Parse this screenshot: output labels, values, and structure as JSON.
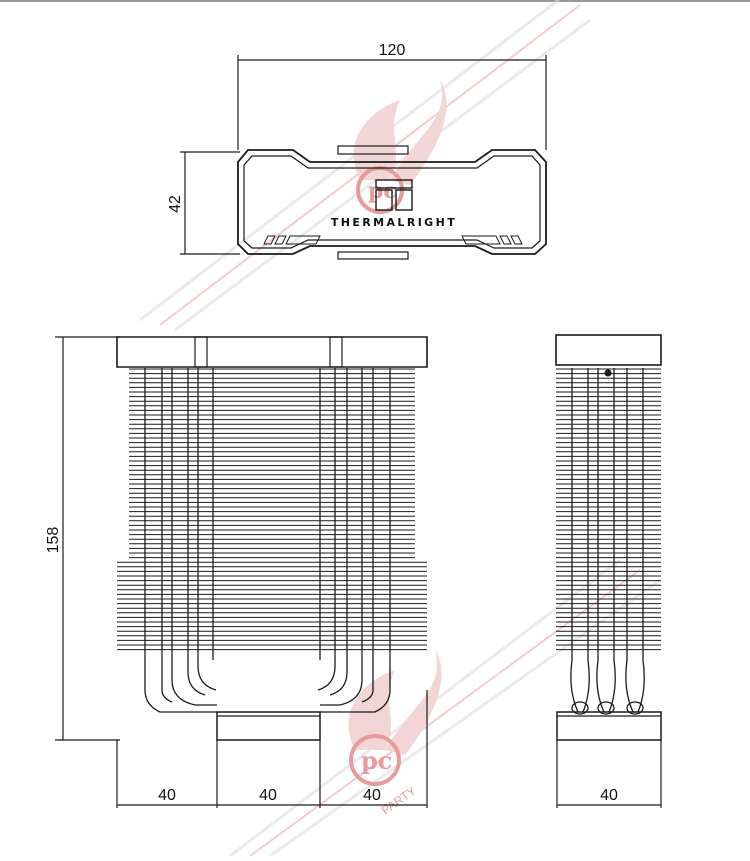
{
  "diagram": {
    "top_view": {
      "width_label": "120",
      "depth_label": "42",
      "brand_text": "THERMALRIGHT"
    },
    "front_view": {
      "height_label": "158",
      "base_labels": [
        "40",
        "40",
        "40"
      ]
    },
    "side_view": {
      "base_label": "40"
    },
    "watermark": {
      "text": "PARTY",
      "color": "#d44a4a"
    },
    "line_color": "#1a1a1a"
  }
}
